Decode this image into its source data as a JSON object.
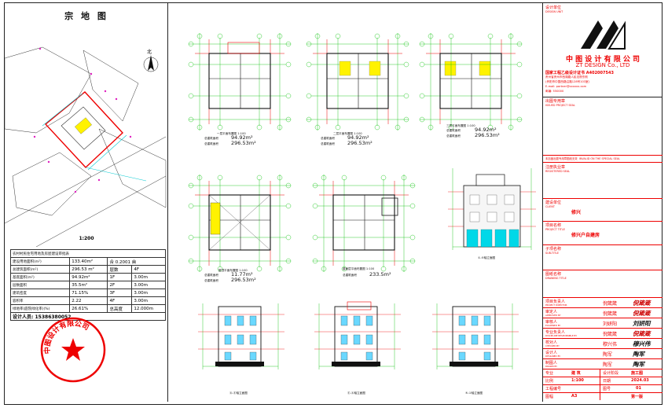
{
  "site_plan": {
    "title": "宗 地 图",
    "north": "北",
    "scale": "1:200",
    "table_header": "农村村民住宅用地及房屋建设审批表",
    "rows": [
      {
        "k": "建设用地面积(m²)",
        "v": "133.40m²",
        "k2": "合 0.2001 亩",
        "v2": ""
      },
      {
        "k": "总建筑面积(m²)",
        "v": "296.53 m²",
        "k2": "层数",
        "v2": "4F"
      },
      {
        "k": "基底面积(m²)",
        "v": "94.92m²",
        "k2": "1F",
        "v2": "3.00m"
      },
      {
        "k": "层数面积",
        "v": "35.5m²",
        "k2": "2F",
        "v2": "3.00m"
      },
      {
        "k": "建筑密度",
        "v": "71.15%",
        "k2": "3F",
        "v2": "3.00m"
      },
      {
        "k": "容积率",
        "v": "2.22",
        "k2": "4F",
        "v2": "3.00m"
      },
      {
        "k": "绿地率(庭院绿化率)(%)",
        "v": "26.61%",
        "k2": "总高度",
        "v2": "12.000m"
      }
    ],
    "designer": "设计人员: 15386380052",
    "seal_text": "中图设计有限公司"
  },
  "plans": [
    {
      "title": "一层平面布置图 1:100",
      "area_label": "总建筑面积",
      "area_value": "94.92m²",
      "total_label": "总建筑面积",
      "total_value": "296.53m²"
    },
    {
      "title": "二层平面布置图 1:100",
      "area_label": "总建筑面积",
      "area_value": "94.92m²",
      "total_label": "总建筑面积",
      "total_value": "296.53m²"
    },
    {
      "title": "三层平面布置图 1:100",
      "area_label": "总建筑面积",
      "area_value": "94.92m²",
      "total_label": "总建筑面积",
      "total_value": "296.53m²"
    },
    {
      "title": "屋顶平面布置图 1:100",
      "area_label": "总建筑面积",
      "area_value": "11.77m²",
      "total_label": "总建筑面积",
      "total_value": "296.53m²"
    },
    {
      "title": "屋面层平面布置图 1:100",
      "area_label": "总建筑面积",
      "area_value": "233.5m²",
      "total_label": "",
      "total_value": ""
    }
  ],
  "elevations": [
    "①-⑤轴立面图",
    "Ⓐ-Ⓔ轴立面图",
    "Ⓔ-Ⓐ轴立面图",
    "⑤-①轴立面图"
  ],
  "title_block": {
    "design_unit": "设计单位",
    "design_unit_en": "DESIGN UNIT",
    "company": "中 图 设 计 有 限 公 司",
    "company_en": "ZT DESIGN Co., LTD",
    "license": "国家工程乙级设计证书 A402007543",
    "addr": "贵州省贵州市西湖路人民法院东侧",
    "tel": "(贵阳市中国西路沿路128号103室)",
    "mail": "E-mail: partner@xxxxxx.com",
    "code": "邮编: 550000",
    "seal_area": "出图专用章",
    "seal_area_en": "ISSUED PROJECT SEAL",
    "notice": "未加盖出图专用章图纸无效",
    "notice_en": "INVALID ON THE SPECIAL SEAL",
    "reg_seal": "注册执业章",
    "reg_seal_en": "REGISTERED SEAL",
    "client_label": "建设单位",
    "client_en": "CLIENT",
    "client": "修兴",
    "project_label": "项目名称",
    "project_en": "PROJECT TITLE",
    "project": "修兴户自建房",
    "sub_label": "子项名称",
    "sub_en": "SUB-TITLE",
    "drawing_label": "图纸名称",
    "drawing_en": "DRAWING TITLE",
    "staff": [
      {
        "role": "项目负责人",
        "en": "PROJECT DIRECTOR",
        "name": "倪箴箴",
        "sign": "倪箴箴"
      },
      {
        "role": "审定人",
        "en": "APPROVED BY",
        "name": "倪箴箴",
        "sign": "倪箴箴"
      },
      {
        "role": "审核人",
        "en": "EXAMINED BY",
        "name": "刘妍阳",
        "sign": "刘妍阳"
      },
      {
        "role": "专业负责人",
        "en": "DISCIPLINE RESPONSIBLE BY",
        "name": "倪箴箴",
        "sign": "倪箴箴"
      },
      {
        "role": "校对人",
        "en": "CHECKED BY",
        "name": "穆兴伟",
        "sign": "穆兴伟"
      },
      {
        "role": "设计人",
        "en": "DESIGNED BY",
        "name": "陶军",
        "sign": "陶军"
      },
      {
        "role": "制图人",
        "en": "DRAWN BY",
        "name": "陶军",
        "sign": "陶军"
      }
    ],
    "discipline_label": "专业",
    "discipline": "建 筑",
    "phase_label": "设计阶段",
    "phase": "施工图",
    "scale_label": "比例",
    "scale": "1:100",
    "date_label": "日期",
    "date": "2024.03",
    "project_no_label": "工程编号",
    "drawing_no_label": "图号",
    "drawing_no": "01",
    "size_label": "图幅",
    "size": "A3",
    "version": "第一版"
  }
}
